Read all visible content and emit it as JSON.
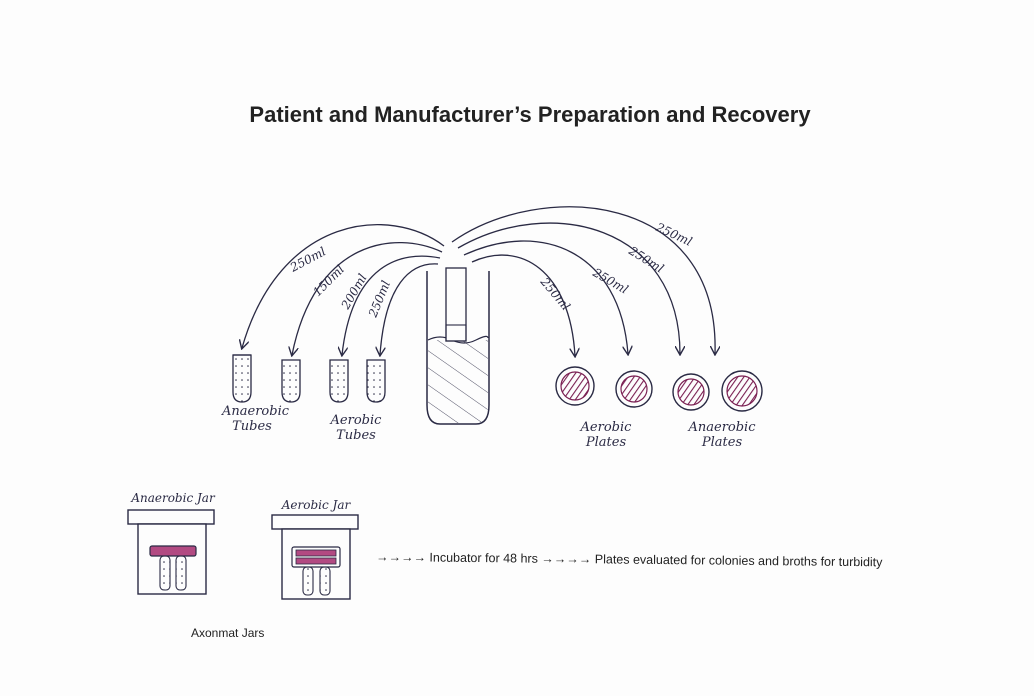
{
  "title": "Patient and Manufacturer’s Preparation and Recovery",
  "transfer_volumes": {
    "anaerobic_tube_1": "250ml",
    "anaerobic_tube_2": "150ml",
    "aerobic_tube_1": "200ml",
    "aerobic_tube_2": "250ml",
    "aerobic_plate_1": "250ml",
    "aerobic_plate_2": "250ml",
    "anaerobic_plate_1": "250ml",
    "anaerobic_plate_2": "250ml"
  },
  "labels": {
    "anaerobic_tubes": [
      "Anaerobic",
      "Tubes"
    ],
    "aerobic_tubes": [
      "Aerobic",
      "Tubes"
    ],
    "aerobic_plates": [
      "Aerobic",
      "Plates"
    ],
    "anaerobic_plates": [
      "Anaerobic",
      "Plates"
    ],
    "anaerobic_jar": "Anaerobic Jar",
    "aerobic_jar": "Aerobic Jar"
  },
  "process_text": "→→→→ Incubator for 48 hrs →→→→ Plates evaluated for colonies and broths for turbidity",
  "caption": "Axonmat Jars",
  "colors": {
    "ink": "#2a2a44",
    "plate_fill": "#9c2f6a",
    "plate_ring": "#6b1d49"
  }
}
